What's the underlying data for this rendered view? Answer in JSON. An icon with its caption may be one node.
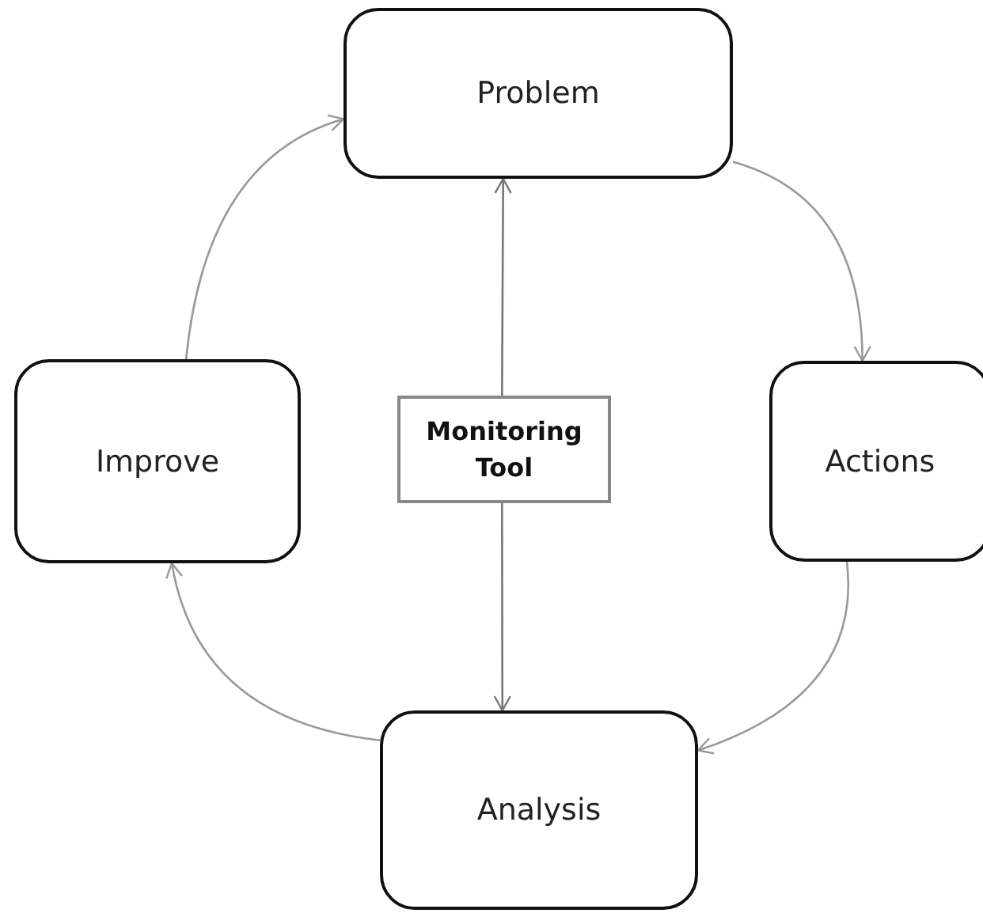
{
  "diagram": {
    "nodes": [
      {
        "text": [
          "Problem"
        ]
      },
      {
        "text": [
          "Actions"
        ]
      },
      {
        "text": [
          "Analysis"
        ]
      },
      {
        "text": [
          "Improve"
        ]
      },
      {
        "text": [
          "Monitoring Tool"
        ]
      }
    ],
    "edges": [
      {
        "from": 0,
        "to": 1,
        "arrow": "to",
        "color": "#999999"
      },
      {
        "from": 1,
        "to": 2,
        "arrow": "to",
        "color": "#999999"
      },
      {
        "from": 2,
        "to": 3,
        "arrow": "to",
        "color": "#999999"
      },
      {
        "from": 3,
        "to": 0,
        "arrow": "to",
        "color": "#999999"
      },
      {
        "from": 4,
        "to": 0,
        "arrow": "to"
      },
      {
        "from": 4,
        "to": 2,
        "arrow": "to"
      }
    ]
  }
}
